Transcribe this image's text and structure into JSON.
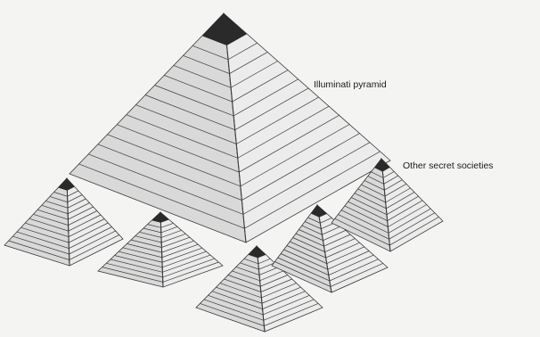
{
  "labels": {
    "main_pyramid": "Illuminati pyramid",
    "small_pyramids": "Other secret societies"
  },
  "pyramids": [
    {
      "name": "illuminati-pyramid"
    },
    {
      "name": "secret-society-pyramid-left"
    },
    {
      "name": "secret-society-pyramid-mid-left"
    },
    {
      "name": "secret-society-pyramid-bottom"
    },
    {
      "name": "secret-society-pyramid-mid-right"
    },
    {
      "name": "secret-society-pyramid-right"
    }
  ],
  "colors": {
    "background": "#f4f4f2",
    "left_face": "#d9d9d9",
    "right_face": "#ececec",
    "capstone": "#2a2a2a",
    "lines": "#3a3a3a"
  }
}
